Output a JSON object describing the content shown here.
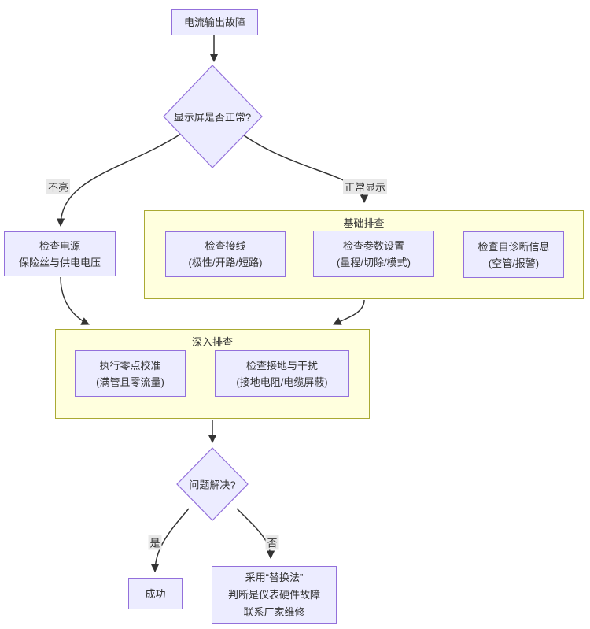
{
  "diagram": {
    "nodes": {
      "start": {
        "lines": [
          "电流输出故障"
        ]
      },
      "display_decision": {
        "label": "显示屏是否正常?"
      },
      "check_power": {
        "lines": [
          "检查电源",
          "保险丝与供电电压"
        ]
      },
      "check_wiring": {
        "lines": [
          "检查接线",
          "(极性/开路/短路)"
        ]
      },
      "check_params": {
        "lines": [
          "检查参数设置",
          "(量程/切除/模式)"
        ]
      },
      "check_diagnostics": {
        "lines": [
          "检查自诊断信息",
          "(空管/报警)"
        ]
      },
      "zero_calibration": {
        "lines": [
          "执行零点校准",
          "(满管且零流量)"
        ]
      },
      "check_grounding": {
        "lines": [
          "检查接地与干扰",
          "(接地电阻/电缆屏蔽)"
        ]
      },
      "solved_decision": {
        "label": "问题解决?"
      },
      "success": {
        "lines": [
          "成功"
        ]
      },
      "replacement": {
        "lines": [
          "采用“替换法”",
          "判断是仪表硬件故障",
          "联系厂家维修"
        ]
      }
    },
    "groups": {
      "basic": {
        "title": "基础排查"
      },
      "deep": {
        "title": "深入排查"
      }
    },
    "edge_labels": {
      "not_lit": "不亮",
      "normal": "正常显示",
      "yes": "是",
      "no": "否"
    },
    "colors": {
      "node_fill": "#ECECFF",
      "node_border": "#9370DB",
      "group_fill": "#FFFFDE",
      "group_border": "#AAAA33",
      "edge": "#333333",
      "edge_label_bg": "#E8E8E8",
      "text": "#333333",
      "background": "#FFFFFF"
    }
  }
}
